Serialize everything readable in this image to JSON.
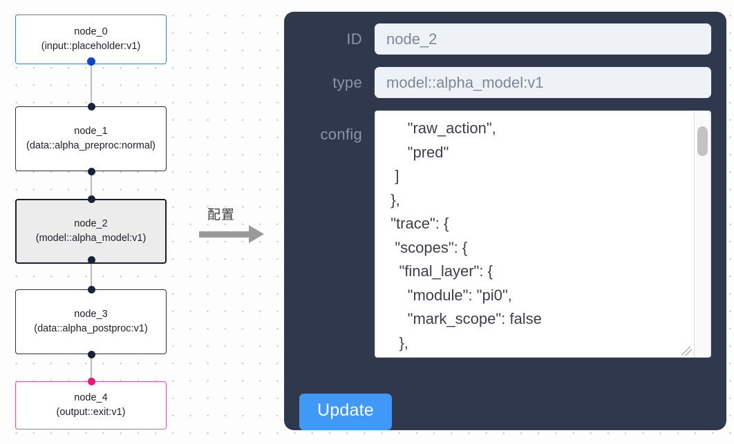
{
  "graph": {
    "nodes": [
      {
        "id": "node_0",
        "title": "node_0",
        "subtitle": "(input::placeholder:v1)",
        "role": "input",
        "accent": "#4a7ec4"
      },
      {
        "id": "node_1",
        "title": "node_1",
        "subtitle": "(data::alpha_preproc:normal)",
        "role": "default",
        "accent": "#2b2f3d"
      },
      {
        "id": "node_2",
        "title": "node_2",
        "subtitle": "(model::alpha_model:v1)",
        "role": "selected",
        "accent": "#1b1d27"
      },
      {
        "id": "node_3",
        "title": "node_3",
        "subtitle": "(data::alpha_postproc:v1)",
        "role": "default",
        "accent": "#2b2f3d"
      },
      {
        "id": "node_4",
        "title": "node_4",
        "subtitle": "(output::exit:v1)",
        "role": "output",
        "accent": "#e5559a"
      }
    ],
    "handle_colors": {
      "default": "#1b2138",
      "input": "#0f46c9",
      "output": "#f0117f"
    },
    "edge_color": "#b9b9b9"
  },
  "annotation": {
    "label": "配置",
    "arrow_color": "#9a9a9a",
    "arrow_icon": "arrow-right-icon"
  },
  "panel": {
    "background": "#2f384c",
    "fields": [
      {
        "key": "id",
        "label": "ID",
        "value": "node_2"
      },
      {
        "key": "type",
        "label": "type",
        "value": "model::alpha_model:v1"
      },
      {
        "key": "config",
        "label": "config"
      }
    ],
    "config": {
      "label": "config",
      "value": "      \"raw_action\",\n      \"pred\"\n   ]\n  },\n  \"trace\": {\n   \"scopes\": {\n    \"final_layer\": {\n      \"module\": \"pi0\",\n      \"mark_scope\": false\n    },\n     \"action_model\": {",
      "scroll_position": "near-top",
      "resize_handle": "resize-grip-icon"
    },
    "update_button": {
      "label": "Update",
      "color": "#4099f7",
      "text_color": "#ffffff"
    }
  }
}
